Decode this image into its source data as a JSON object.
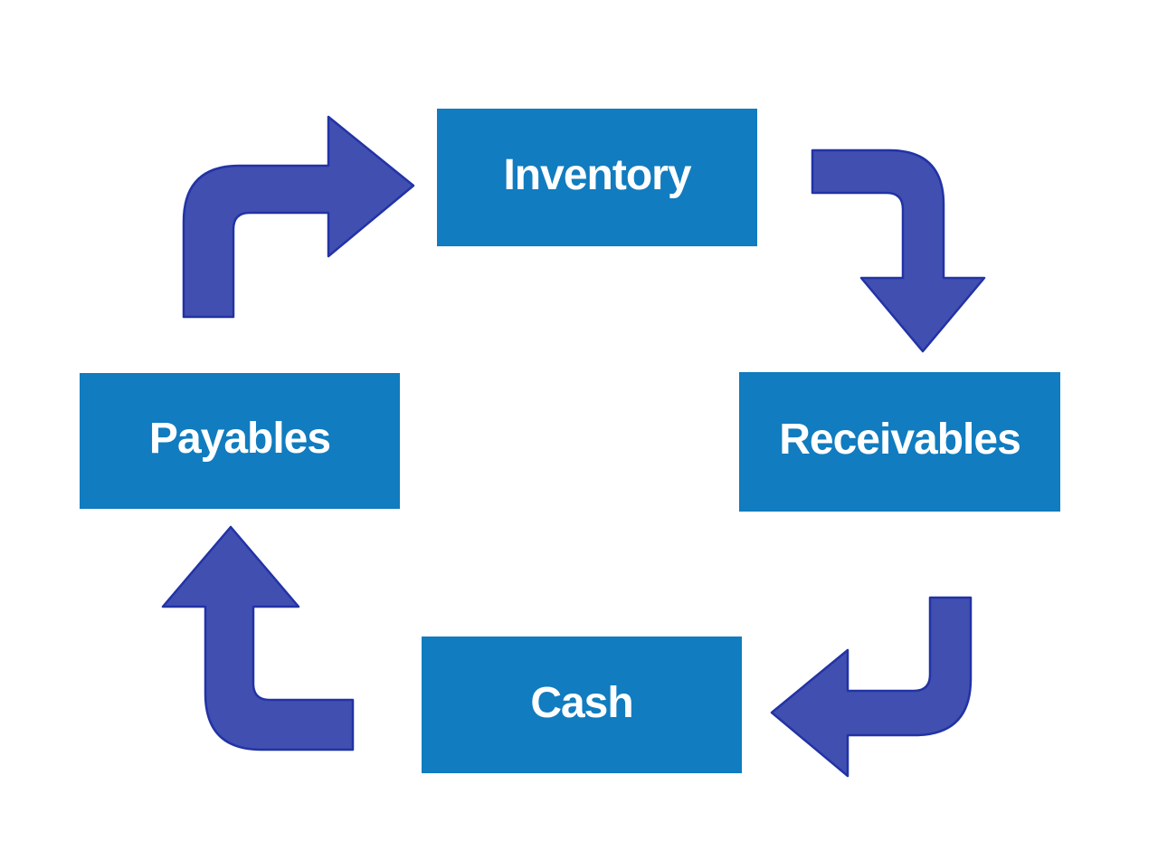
{
  "diagram": {
    "type": "cycle",
    "background": "#FFFFFF",
    "nodes": [
      {
        "id": "inventory",
        "label": "Inventory"
      },
      {
        "id": "receivables",
        "label": "Receivables"
      },
      {
        "id": "cash",
        "label": "Cash"
      },
      {
        "id": "payables",
        "label": "Payables"
      }
    ],
    "arrows": [
      {
        "from": "payables",
        "to": "inventory",
        "bend": "up-then-right",
        "head": "right"
      },
      {
        "from": "inventory",
        "to": "receivables",
        "bend": "right-then-down",
        "head": "down"
      },
      {
        "from": "receivables",
        "to": "cash",
        "bend": "down-then-left",
        "head": "left"
      },
      {
        "from": "cash",
        "to": "payables",
        "bend": "left-then-up",
        "head": "up"
      }
    ],
    "colors": {
      "node_fill": "#117CBF",
      "node_text": "#FFFFFF",
      "arrow_fill": "#4150B0",
      "arrow_outline": "#2233A6"
    }
  }
}
